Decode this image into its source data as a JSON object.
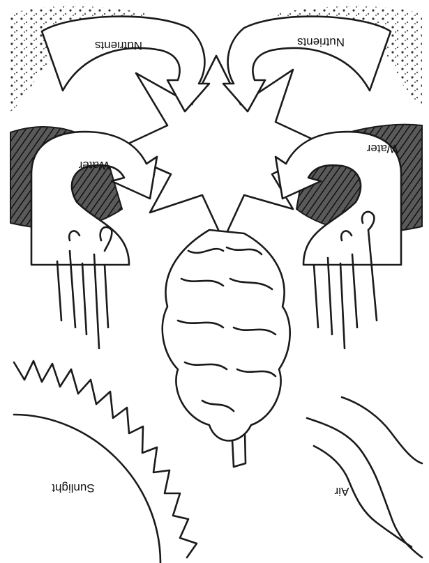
{
  "labels": {
    "nutrients_left": "Nutrients",
    "nutrients_right": "Nutrients",
    "water_left": "Water",
    "water_right": "Water",
    "sunlight": "Sunlight",
    "air": "Air"
  },
  "colors": {
    "ink": "#1a1a1a",
    "soil": "#3a3a3a",
    "paper": "#ffffff"
  }
}
